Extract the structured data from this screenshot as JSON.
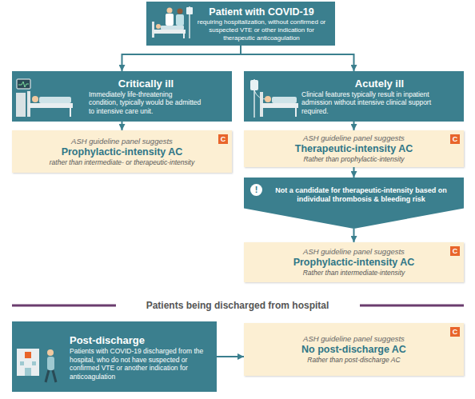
{
  "diagram": {
    "nodes": [
      {
        "text": [
          "Patient with COVID-19",
          "requiring hospitalization, without confirmed or suspected VTE or other indication for therapeutic anticoagulation"
        ]
      },
      {
        "text": [
          "Critically ill",
          "Immediately life-threatening condition, typically would be admitted to intensive care unit."
        ]
      },
      {
        "text": [
          "Acutely ill",
          "Clinical features typically result in inpatient admission without intensive clinical support required."
        ]
      },
      {
        "text": [
          "ASH guideline panel suggests",
          "Prophylactic-intensity AC",
          "rather than intermediate- or therapeutic-intensity"
        ]
      },
      {
        "text": [
          "C"
        ],
        "in": 3
      },
      {
        "text": [
          "ASH guideline panel suggests",
          "Therapeutic-intensity AC",
          "Rather than prophylactic-intensity"
        ]
      },
      {
        "text": [
          "C"
        ],
        "in": 5
      },
      {
        "text": [
          "Not a candidate for therapeutic-intensity based on individual thrombosis & bleeding risk"
        ]
      },
      {
        "text": [
          "!"
        ],
        "in": 7
      },
      {
        "text": [
          "ASH guideline panel suggests",
          "Prophylactic-intensity AC",
          "Rather than intermediate-intensity"
        ]
      },
      {
        "text": [
          "C"
        ],
        "in": 9
      },
      {
        "text": [
          "Post-discharge",
          "Patients with COVID-19 discharged from the hospital, who do not have suspected or confirmed VTE or another indication for anticoagulation"
        ]
      },
      {
        "text": [
          "ASH guideline panel suggests",
          "No post-discharge AC",
          "Rather than post-discharge AC"
        ]
      },
      {
        "text": [
          "C"
        ],
        "in": 12
      }
    ],
    "edges": [
      {
        "from": 0,
        "to": 1,
        "arrow": "to"
      },
      {
        "from": 0,
        "to": 2,
        "arrow": "to"
      },
      {
        "from": 1,
        "to": 3,
        "arrow": "to"
      },
      {
        "from": 2,
        "to": 5,
        "arrow": "to"
      },
      {
        "from": 5,
        "to": 7,
        "arrow": "to"
      },
      {
        "from": 7,
        "to": 9,
        "arrow": "to"
      },
      {
        "from": 11,
        "to": 12,
        "arrow": "to"
      }
    ],
    "labels": [
      "Patients being discharged from hospital"
    ]
  }
}
